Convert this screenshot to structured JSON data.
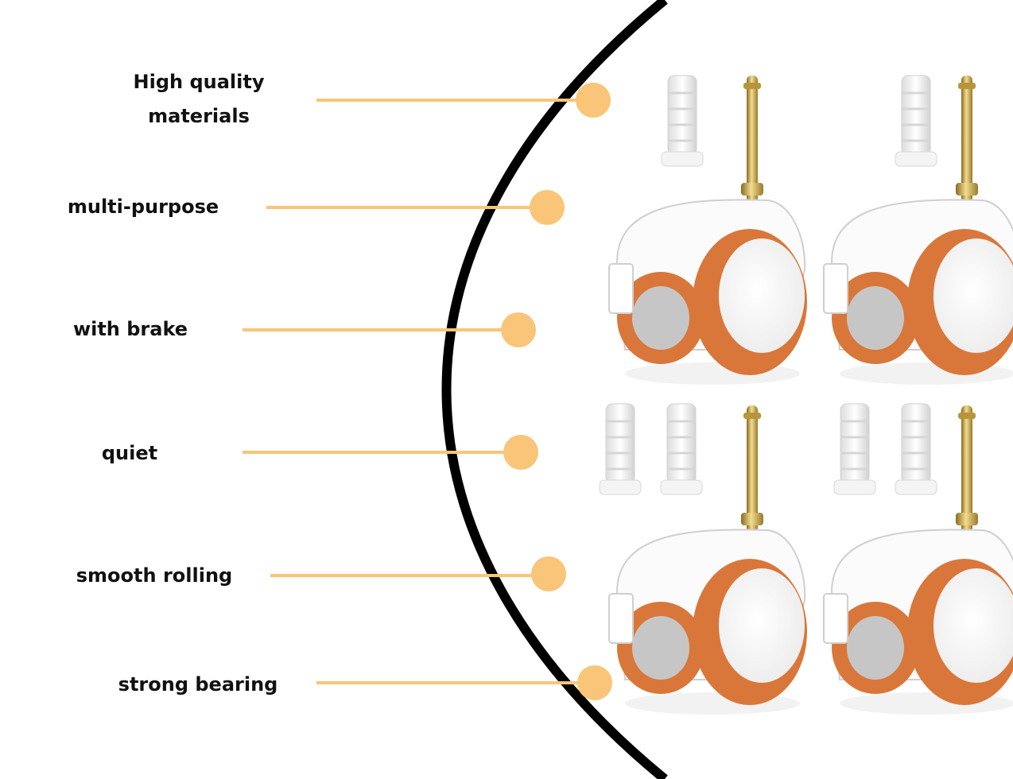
{
  "colors": {
    "accent": "#F9C578",
    "arc": "#000000",
    "wheel_orange": "#D9773A",
    "brass": "#C9A44A",
    "text": "#111111",
    "background": "#FFFFFF"
  },
  "product": {
    "name": "swivel caster wheels with brake",
    "count": 4
  },
  "features": [
    {
      "label_lines": [
        "High quality",
        "materials"
      ]
    },
    {
      "label_lines": [
        "multi-purpose"
      ]
    },
    {
      "label_lines": [
        "with brake"
      ]
    },
    {
      "label_lines": [
        "quiet"
      ]
    },
    {
      "label_lines": [
        "smooth rolling"
      ]
    },
    {
      "label_lines": [
        "strong bearing"
      ]
    }
  ]
}
